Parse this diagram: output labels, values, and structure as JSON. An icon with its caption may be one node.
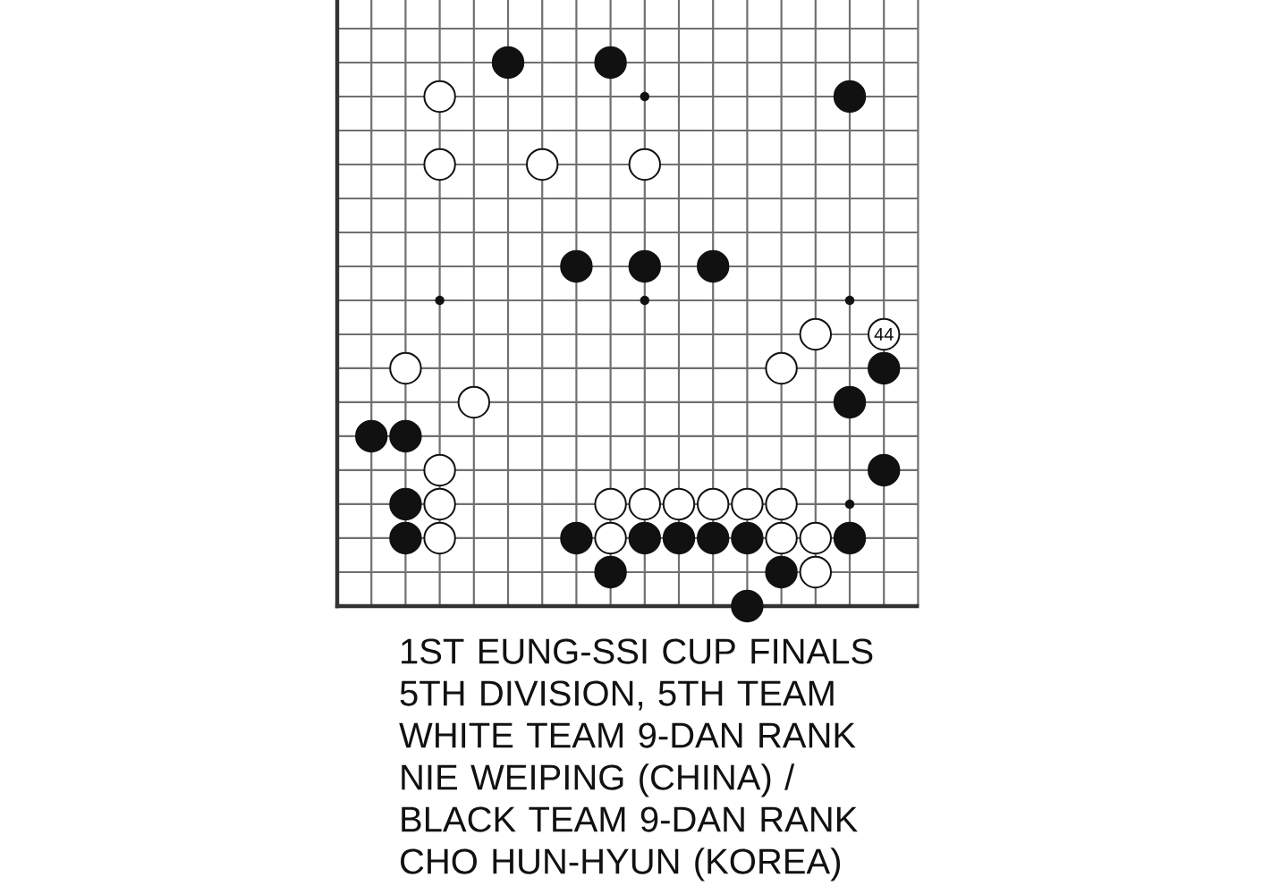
{
  "diagram": {
    "caption": "1ST EUNG-SSI CUP FINALS 5TH DIVISION, 5TH TEAM WHITE TEAM 9-DAN RANK NIE WEIPING (CHINA) / BLACK TEAM 9-DAN RANK CHO HUN-HYUN (KOREA)",
    "nodes": [
      {
        "text": [],
        "shape": "circle"
      },
      {
        "text": [],
        "shape": "circle"
      },
      {
        "text": [],
        "shape": "circle"
      },
      {
        "text": [],
        "shape": "circle"
      },
      {
        "text": [],
        "shape": "circle"
      },
      {
        "text": [],
        "shape": "circle"
      },
      {
        "text": [],
        "shape": "circle"
      },
      {
        "text": [],
        "shape": "circle"
      },
      {
        "text": [],
        "shape": "circle"
      },
      {
        "text": [],
        "shape": "circle"
      },
      {
        "text": [],
        "shape": "circle"
      },
      {
        "text": [
          "44"
        ]
      },
      {
        "text": [],
        "shape": "circle"
      },
      {
        "text": [],
        "shape": "circle"
      },
      {
        "text": [],
        "shape": "circle"
      },
      {
        "text": [],
        "shape": "circle"
      },
      {
        "text": [],
        "shape": "circle"
      },
      {
        "text": [],
        "shape": "circle"
      },
      {
        "text": [],
        "shape": "circle"
      },
      {
        "text": [],
        "shape": "circle"
      },
      {
        "text": [],
        "shape": "circle"
      },
      {
        "text": [],
        "shape": "circle"
      },
      {
        "text": [],
        "shape": "circle"
      },
      {
        "text": [],
        "shape": "circle"
      },
      {
        "text": [],
        "shape": "circle"
      },
      {
        "text": [],
        "shape": "circle"
      },
      {
        "text": [],
        "shape": "circle"
      },
      {
        "text": [],
        "shape": "circle"
      },
      {
        "text": [],
        "shape": "circle"
      },
      {
        "text": [],
        "shape": "circle"
      },
      {
        "text": [],
        "shape": "circle"
      },
      {
        "text": [],
        "shape": "circle"
      },
      {
        "text": [],
        "shape": "circle"
      },
      {
        "text": [],
        "shape": "circle"
      },
      {
        "text": [],
        "shape": "circle"
      },
      {
        "text": [],
        "shape": "circle"
      },
      {
        "text": [],
        "shape": "circle"
      },
      {
        "text": [],
        "shape": "circle"
      },
      {
        "text": [],
        "shape": "circle"
      },
      {
        "text": [],
        "shape": "circle"
      },
      {
        "text": [],
        "shape": "circle"
      },
      {
        "text": [],
        "shape": "circle"
      },
      {
        "text": [],
        "shape": "circle"
      },
      {
        "text": [],
        "shape": "circle"
      }
    ]
  }
}
